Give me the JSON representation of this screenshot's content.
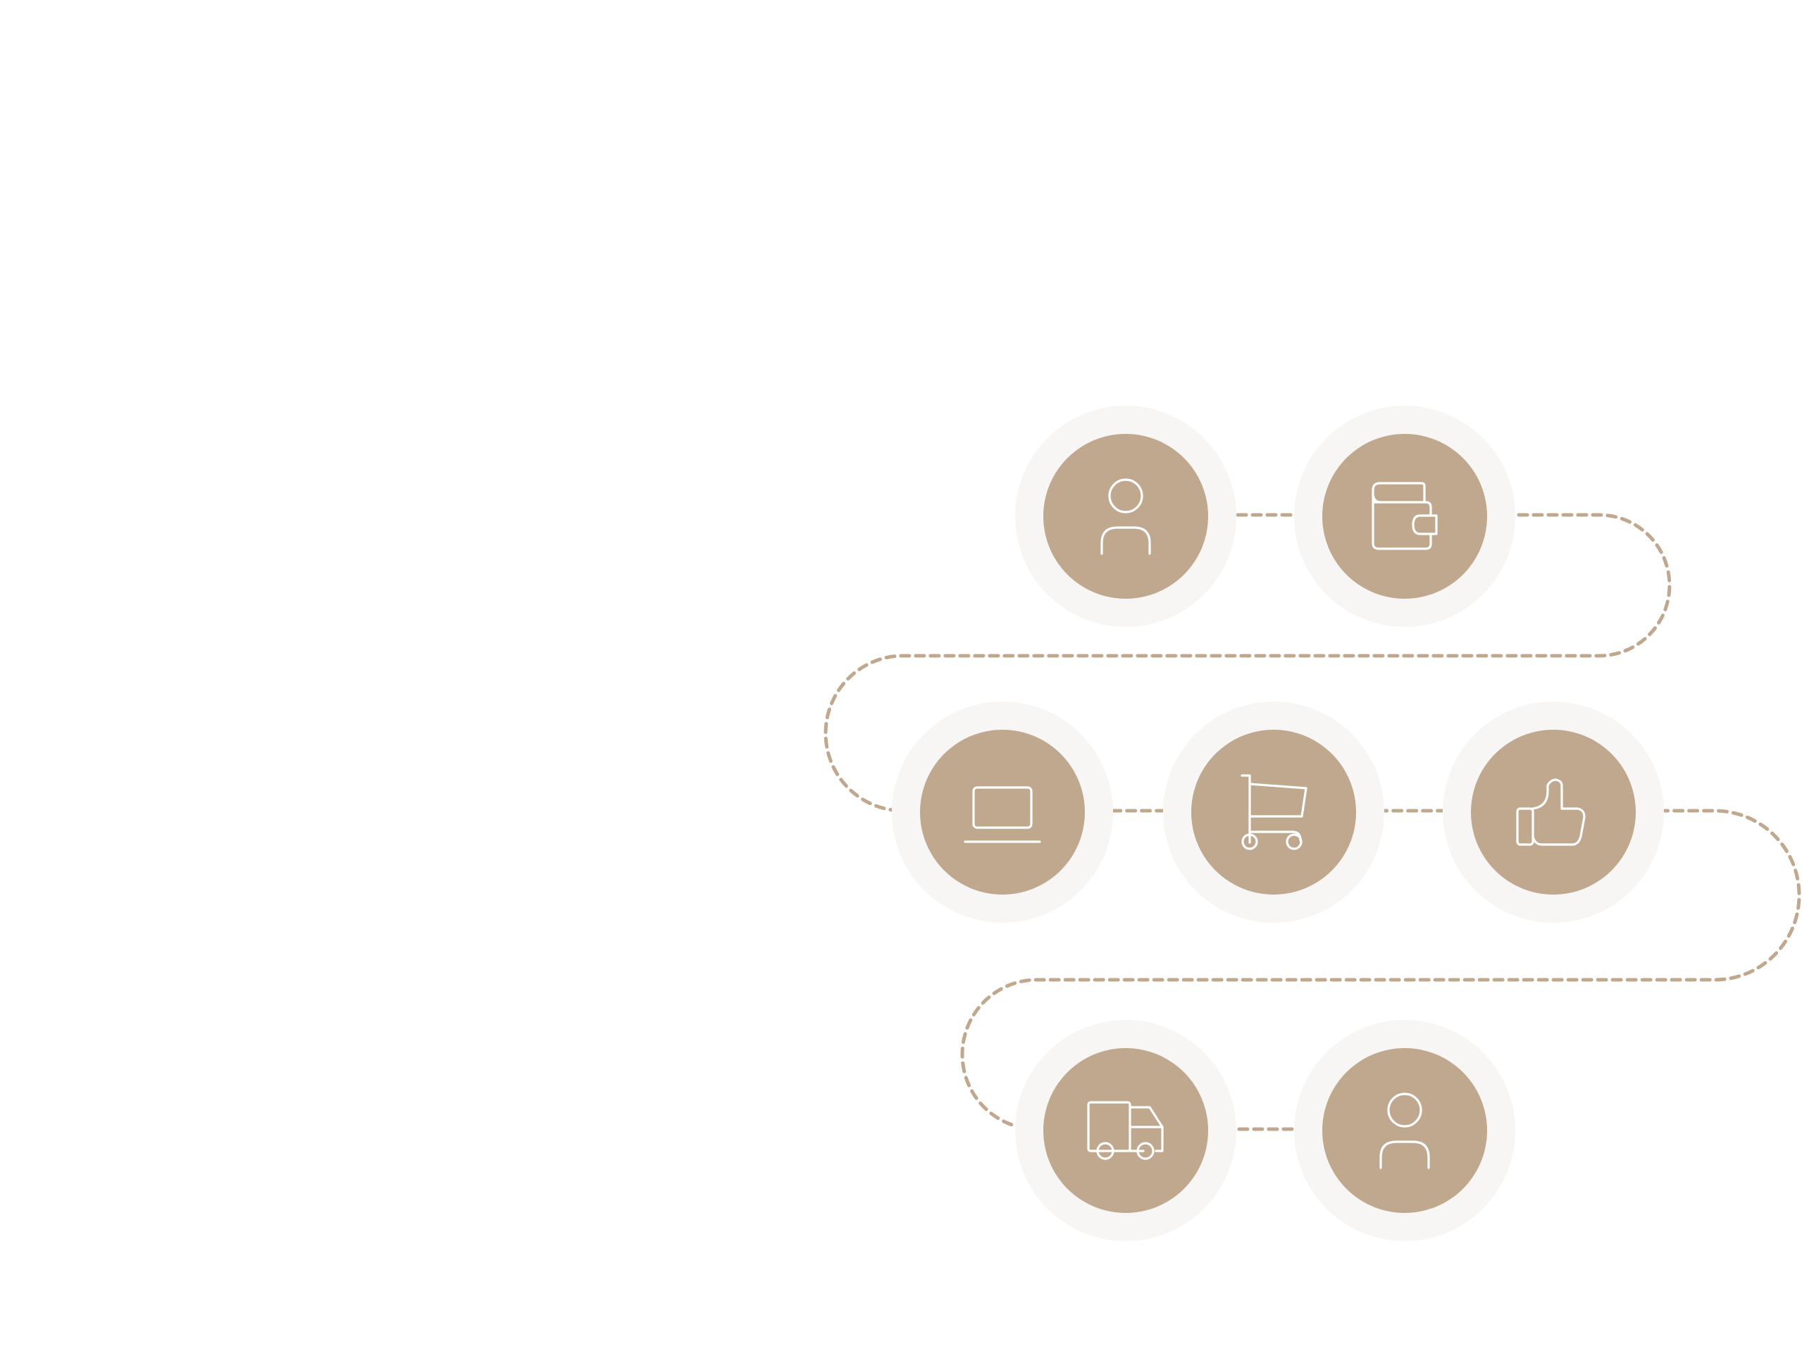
{
  "colors": {
    "background": "#ffffff",
    "halo": "#f7f6f5",
    "node_fill": "#bfa88e",
    "icon_stroke": "#ffffff",
    "connector": "#bfa88e"
  },
  "diagram": {
    "type": "customer-journey-flow",
    "connector_style": "dashed",
    "steps": [
      {
        "id": "customer-start",
        "icon": "person-icon"
      },
      {
        "id": "wallet",
        "icon": "wallet-icon"
      },
      {
        "id": "laptop",
        "icon": "laptop-icon"
      },
      {
        "id": "cart",
        "icon": "shopping-cart-icon"
      },
      {
        "id": "approve",
        "icon": "thumbs-up-icon"
      },
      {
        "id": "delivery",
        "icon": "delivery-truck-icon"
      },
      {
        "id": "customer-end",
        "icon": "person-icon"
      }
    ]
  }
}
